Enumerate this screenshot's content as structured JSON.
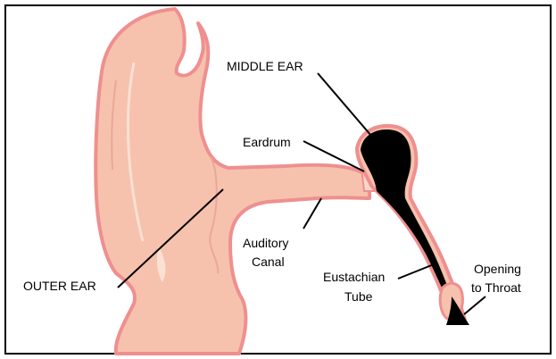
{
  "labels": {
    "middle_ear": "MIDDLE EAR",
    "eardrum": "Eardrum",
    "auditory_1": "Auditory",
    "auditory_2": "Canal",
    "outer_ear": "OUTER EAR",
    "eustachian_1": "Eustachian",
    "eustachian_2": "Tube",
    "opening_1": "Opening",
    "opening_2": "to Throat"
  },
  "colors": {
    "skin_fill": "#f6c2ad",
    "skin_outline": "#ef8f8f",
    "cavity": "#000000",
    "leader": "#000000",
    "frame": "#000000"
  }
}
